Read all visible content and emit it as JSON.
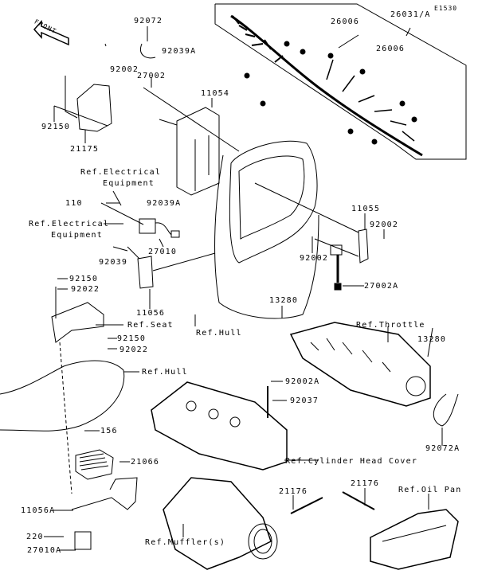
{
  "diagram_code": "E1530",
  "front_arrow": "FRONT",
  "parts": {
    "p92072": "92072",
    "p92039A_top": "92039A",
    "p92002_top": "92002",
    "p27002": "27002",
    "p92150_top": "92150",
    "p21175": "21175",
    "p11054": "11054",
    "p26006_a": "26006",
    "p26006_b": "26006",
    "p26031A": "26031/A",
    "p110": "110",
    "p92039A_mid": "92039A",
    "p27010": "27010",
    "p92039": "92039",
    "p92150_mid": "92150",
    "p92022_mid": "92022",
    "p11056": "11056",
    "p11055": "11055",
    "p92002_right": "92002",
    "p92002_left": "92002",
    "p27002A": "27002A",
    "p13280_a": "13280",
    "p13280_b": "13280",
    "p92150_low": "92150",
    "p92022_low": "92022",
    "p92002A": "92002A",
    "p92037": "92037",
    "p92072A": "92072A",
    "p156": "156",
    "p21066": "21066",
    "p11056A": "11056A",
    "p220": "220",
    "p27010A": "27010A",
    "p21176_a": "21176",
    "p21176_b": "21176"
  },
  "refs": {
    "elec1_line1": "Ref.Electrical",
    "elec1_line2": "Equipment",
    "elec2_line1": "Ref.Electrical",
    "elec2_line2": "Equipment",
    "seat": "Ref.Seat",
    "hull_center": "Ref.Hull",
    "hull_left": "Ref.Hull",
    "throttle": "Ref.Throttle",
    "cylinder_head_cover": "Ref.Cylinder Head Cover",
    "muffler": "Ref.Muffler(s)",
    "oil_pan": "Ref.Oil Pan"
  }
}
